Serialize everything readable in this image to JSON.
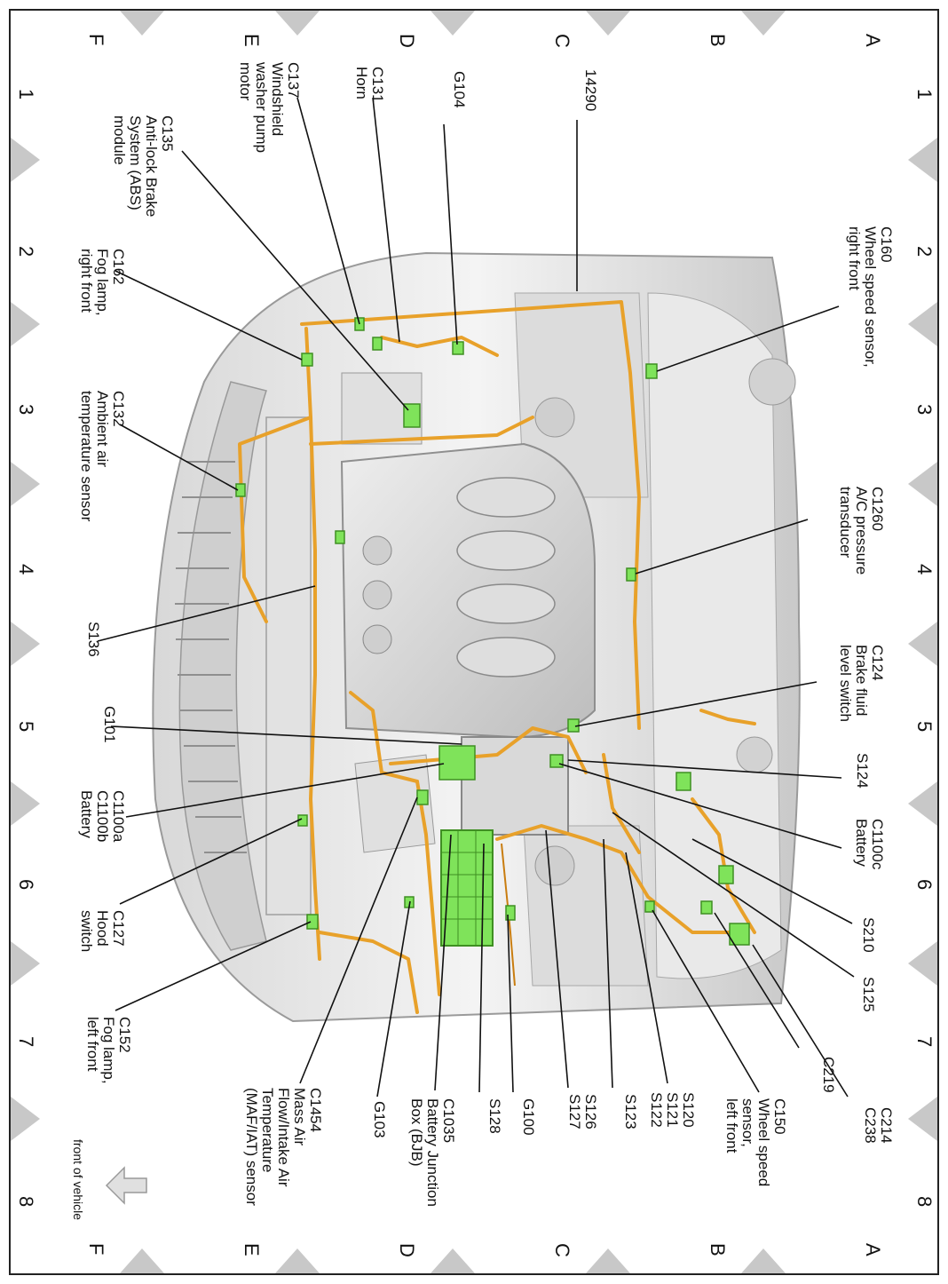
{
  "grid": {
    "letters_top": [
      "A",
      "B",
      "C",
      "D",
      "E",
      "F"
    ],
    "letters_bottom": [
      "A",
      "B",
      "C",
      "D",
      "E",
      "F"
    ],
    "numbers_left": [
      "1",
      "2",
      "3",
      "4",
      "5",
      "6",
      "7",
      "8"
    ],
    "numbers_right": [
      "1",
      "2",
      "3",
      "4",
      "5",
      "6",
      "7",
      "8"
    ]
  },
  "front_of_vehicle": "front of vehicle",
  "callouts": {
    "c160": [
      "C160",
      "Wheel speed sensor,",
      "right front"
    ],
    "c1260": [
      "C1260",
      "A/C pressure",
      "transducer"
    ],
    "c124": [
      "C124",
      "Brake fluid",
      "level switch"
    ],
    "s124": [
      "S124"
    ],
    "c1100c": [
      "C1100c",
      "Battery"
    ],
    "s210": [
      "S210"
    ],
    "s125": [
      "S125"
    ],
    "c214": [
      "C214",
      "C238"
    ],
    "c219": [
      "C219"
    ],
    "c150": [
      "C150",
      "Wheel speed",
      "sensor,",
      "left front"
    ],
    "s120": [
      "S120",
      "S121",
      "S122"
    ],
    "s123": [
      "S123"
    ],
    "s126": [
      "S126",
      "S127"
    ],
    "g100": [
      "G100"
    ],
    "s128": [
      "S128"
    ],
    "c1035": [
      "C1035",
      "Battery Junction",
      "Box (BJB)"
    ],
    "g103": [
      "G103"
    ],
    "c1454": [
      "C1454",
      "Mass Air",
      "Flow/Intake Air",
      "Temperature",
      "(MAF/IAT) sensor"
    ],
    "c152": [
      "C152",
      "Fog lamp,",
      "left front"
    ],
    "c127": [
      "C127",
      "Hood",
      "switch"
    ],
    "c1100a": [
      "C1100a",
      "C1100b",
      "Battery"
    ],
    "g101": [
      "G101"
    ],
    "s136": [
      "S136"
    ],
    "c132": [
      "C132",
      "Ambient air",
      "temperature sensor"
    ],
    "c162": [
      "C162",
      "Fog lamp,",
      "right front"
    ],
    "c135": [
      "C135",
      "Anti-lock Brake",
      "System (ABS)",
      "module"
    ],
    "c137": [
      "C137",
      "Windshield",
      "washer pump",
      "motor"
    ],
    "c131": [
      "C131",
      "Horn"
    ],
    "g104": [
      "G104"
    ],
    "w14290": [
      "14290"
    ]
  }
}
